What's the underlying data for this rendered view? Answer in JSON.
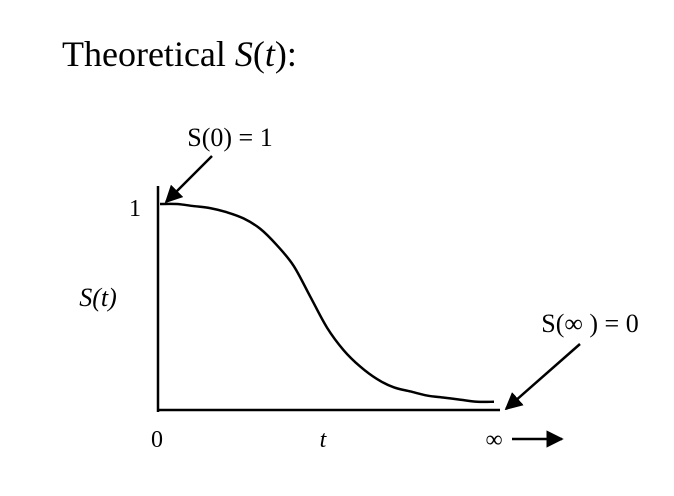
{
  "title": {
    "prefix": "Theoretical ",
    "func": "S",
    "open_paren": "(",
    "var": "t",
    "close_paren": ")",
    "colon": ":"
  },
  "annotations": {
    "start": "S(0) = 1",
    "end": "S(∞ ) = 0"
  },
  "chart_data": {
    "type": "line",
    "title": "",
    "xlabel": "t",
    "ylabel": "S(t)",
    "x_ticks": [
      "0",
      "t",
      "∞"
    ],
    "y_ticks": [
      "1"
    ],
    "xlim": [
      0,
      1
    ],
    "ylim": [
      0,
      1
    ],
    "grid": false,
    "legend": "none",
    "series": [
      {
        "x": [
          0,
          0.05,
          0.1,
          0.15,
          0.2,
          0.25,
          0.3,
          0.35,
          0.4,
          0.45,
          0.5,
          0.55,
          0.6,
          0.65,
          0.7,
          0.75,
          0.8,
          0.85,
          0.9,
          0.95,
          1.0
        ],
        "y": [
          1.0,
          1.0,
          0.99,
          0.98,
          0.96,
          0.93,
          0.88,
          0.8,
          0.7,
          0.55,
          0.4,
          0.29,
          0.21,
          0.15,
          0.11,
          0.09,
          0.07,
          0.06,
          0.05,
          0.04,
          0.04
        ],
        "color": "#000000"
      }
    ]
  }
}
